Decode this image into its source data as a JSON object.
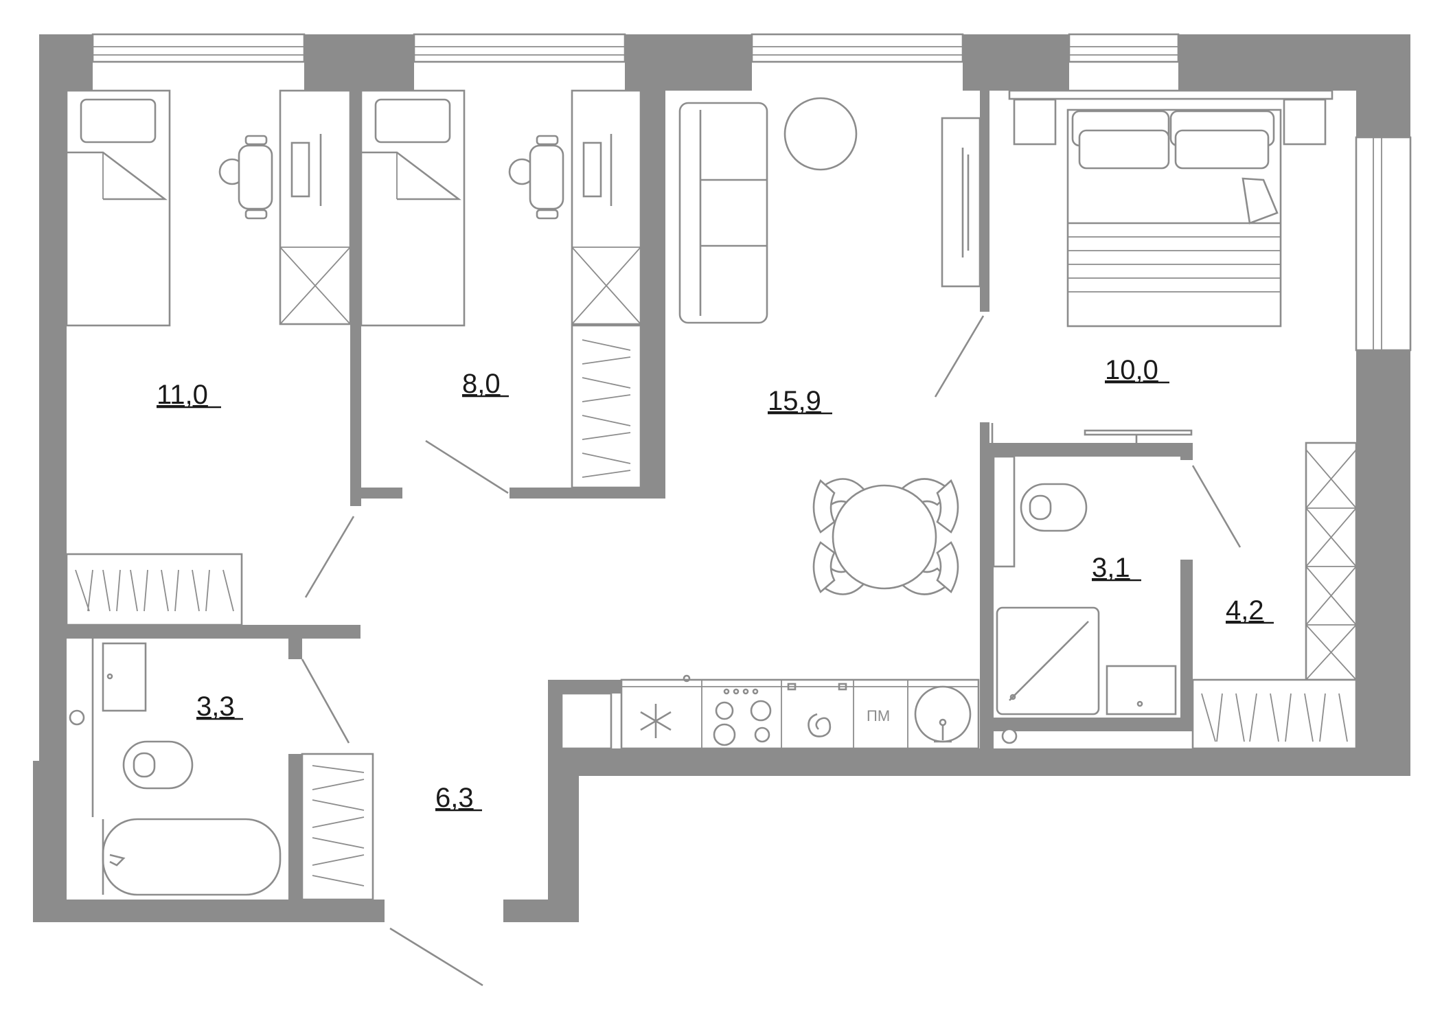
{
  "rooms": [
    {
      "id": "bedroom-1",
      "area": "11,0"
    },
    {
      "id": "bedroom-2",
      "area": "8,0"
    },
    {
      "id": "living-kitchen",
      "area": "15,9"
    },
    {
      "id": "bedroom-master",
      "area": "10,0"
    },
    {
      "id": "bathroom-1",
      "area": "3,3"
    },
    {
      "id": "hallway",
      "area": "6,3"
    },
    {
      "id": "bathroom-2",
      "area": "3,1"
    },
    {
      "id": "hall-2",
      "area": "4,2"
    }
  ],
  "appliances": {
    "dishwasher_label": "ПМ"
  },
  "colors": {
    "wall": "#8c8c8c",
    "line": "#8c8c8c",
    "text": "#1a1a1a",
    "background": "#ffffff"
  }
}
